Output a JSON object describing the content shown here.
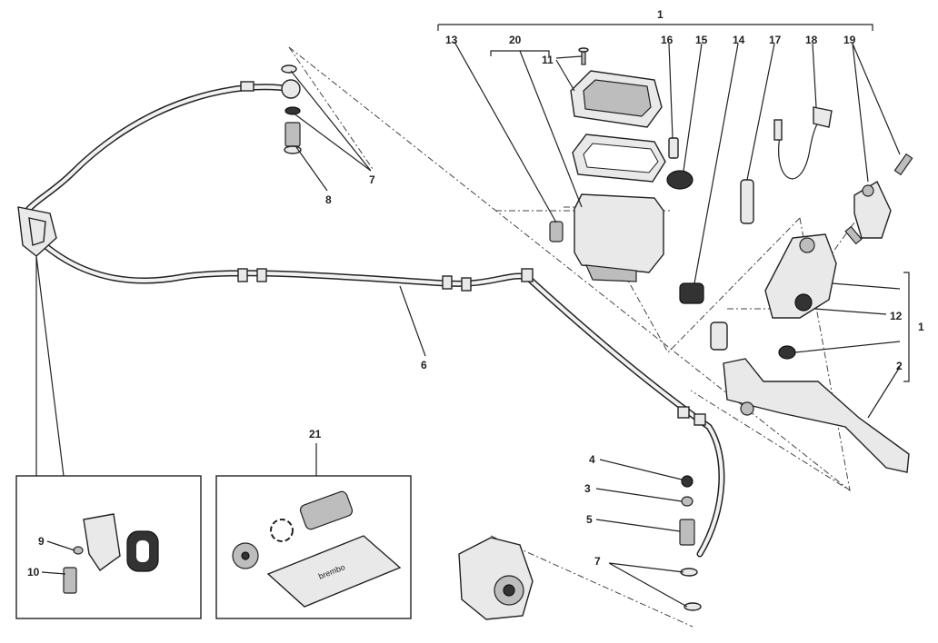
{
  "callouts": {
    "c1_top": "1",
    "c13": "13",
    "c20": "20",
    "c11": "11",
    "c16": "16",
    "c15": "15",
    "c14": "14",
    "c17": "17",
    "c18": "18",
    "c19": "19",
    "c7_top": "7",
    "c8": "8",
    "c6": "6",
    "c12": "12",
    "c1_right": "1",
    "c2": "2",
    "c4": "4",
    "c3": "3",
    "c5": "5",
    "c7_bottom": "7",
    "c21": "21",
    "c9": "9",
    "c10": "10"
  },
  "kit_card_text": "brembo",
  "colors": {
    "line": "#222222",
    "part_fill": "#e9e9e9",
    "dark_part": "#333333",
    "background": "#ffffff"
  }
}
